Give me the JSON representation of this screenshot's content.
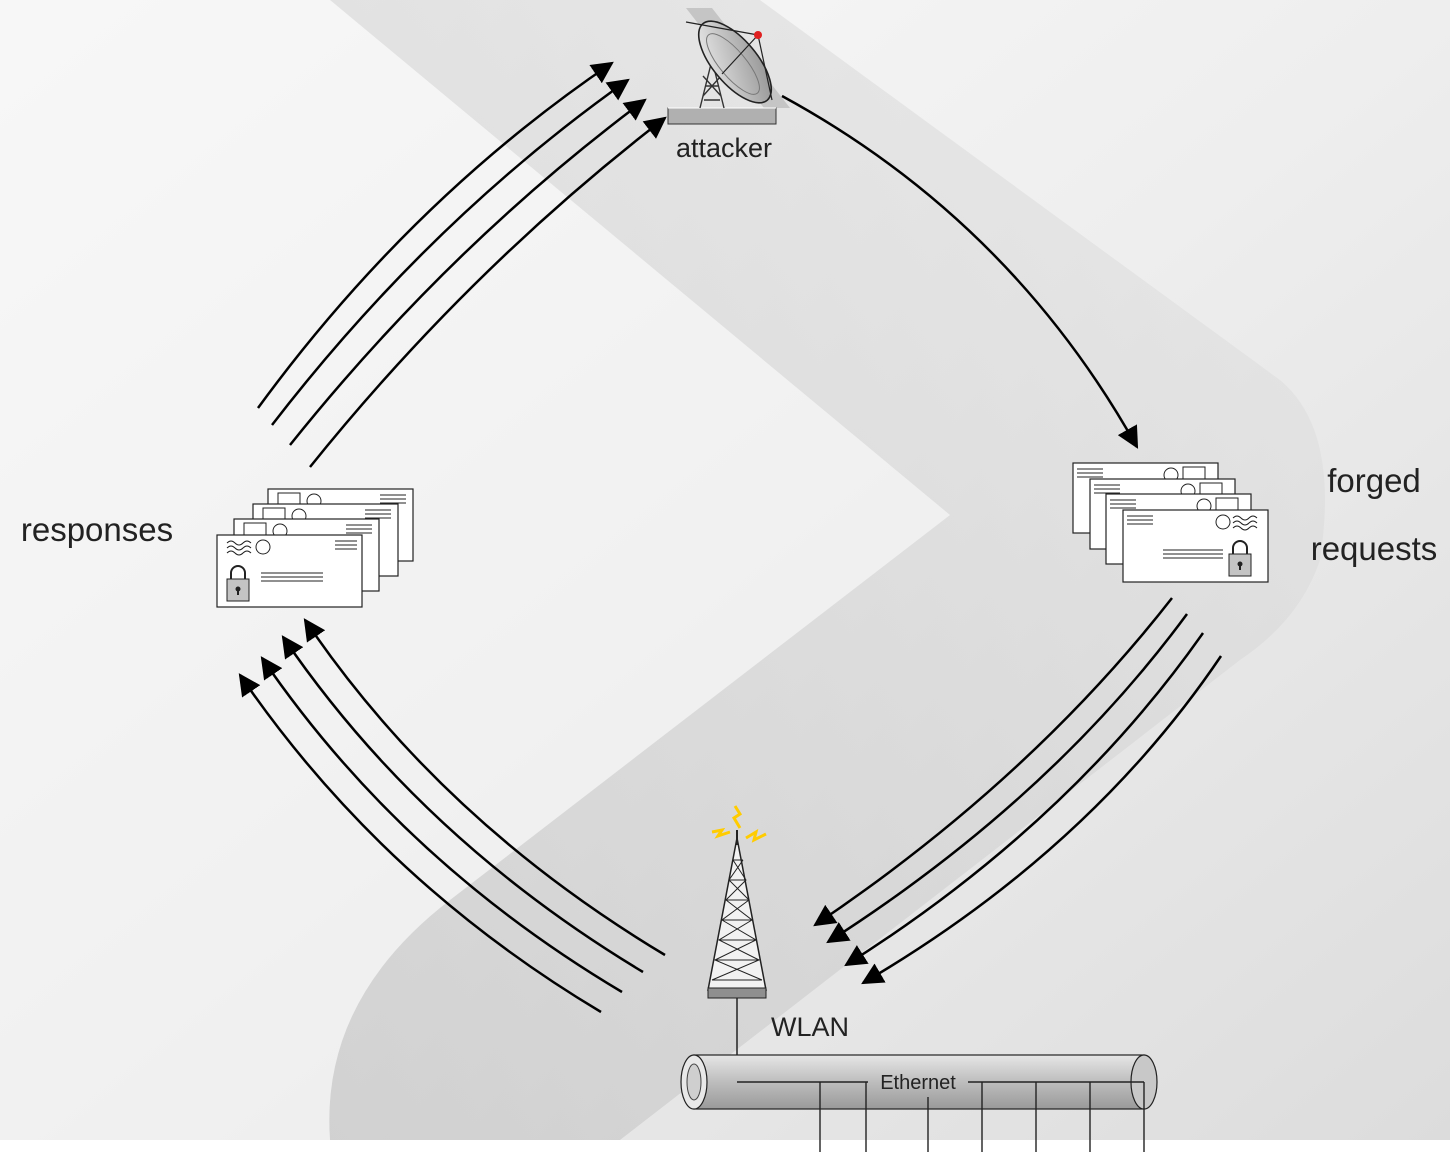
{
  "labels": {
    "attacker": "attacker",
    "forged": "forged",
    "requests": "requests",
    "responses": "responses",
    "wlan": "WLAN",
    "ethernet": "Ethernet"
  },
  "icons": {
    "attacker": "satellite-dish-icon",
    "access_point": "radio-tower-icon",
    "network": "ethernet-bus-icon",
    "messages": "envelope-icon",
    "security": "padlock-icon"
  },
  "colors": {
    "background_light": "#f7f7f7",
    "background_dark": "#d8d8d8",
    "band": "#c8c8c8",
    "arrow": "#000000",
    "signal": "#ffcc00",
    "dish_marker": "#e02020"
  }
}
